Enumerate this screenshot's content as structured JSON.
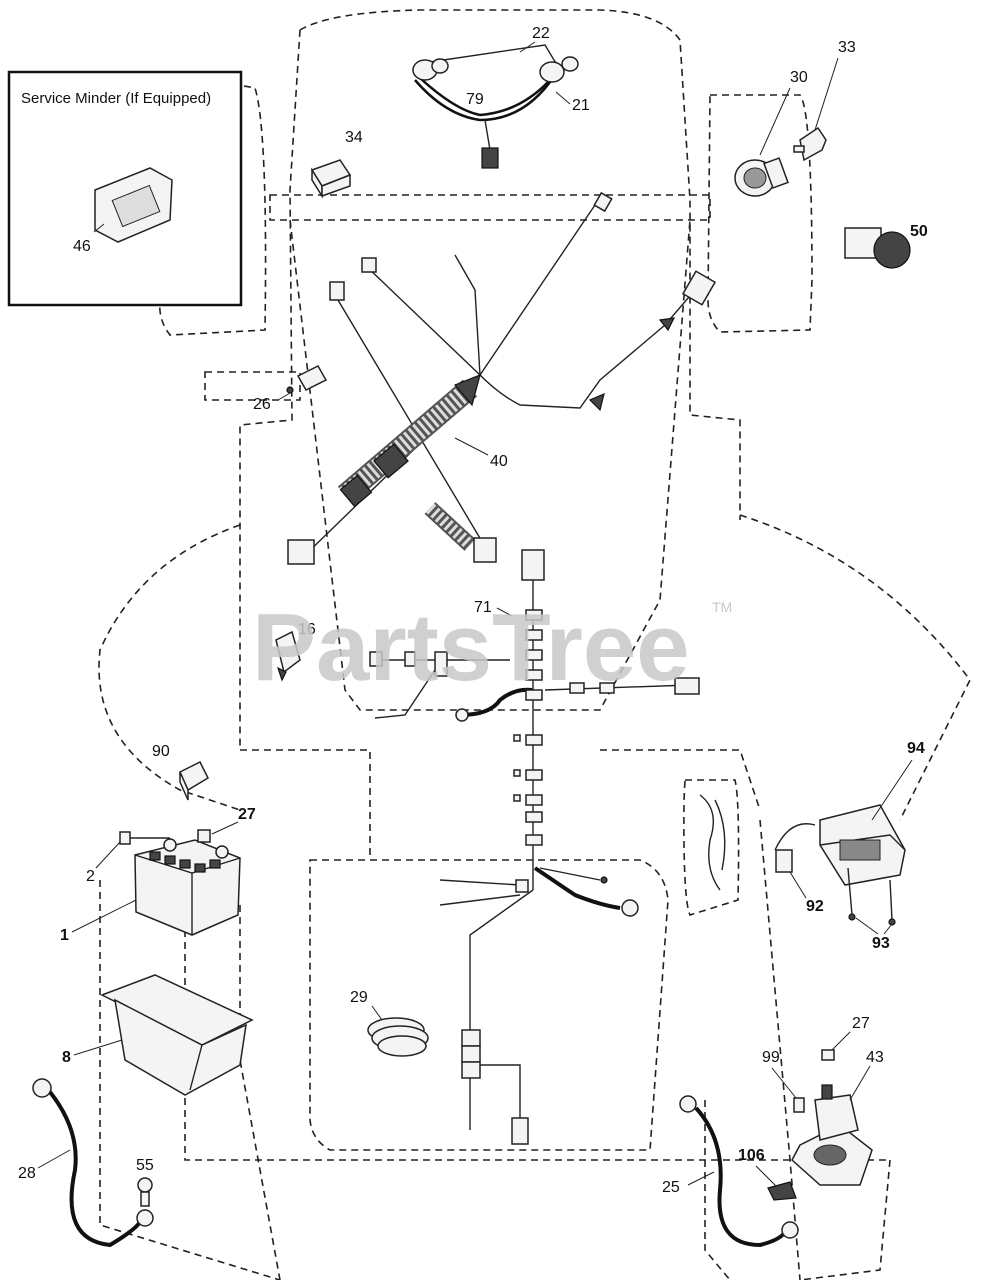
{
  "inset": {
    "title": "Service Minder (If Equipped)"
  },
  "watermark": {
    "text": "PartsTree",
    "tm": "TM"
  },
  "labels": {
    "p1": "1",
    "p2": "2",
    "p8": "8",
    "p16": "16",
    "p21": "21",
    "p22": "22",
    "p25": "25",
    "p26": "26",
    "p27a": "27",
    "p27b": "27",
    "p28": "28",
    "p29": "29",
    "p30": "30",
    "p33": "33",
    "p34": "34",
    "p40": "40",
    "p43": "43",
    "p46": "46",
    "p50": "50",
    "p55": "55",
    "p71": "71",
    "p79": "79",
    "p90": "90",
    "p92": "92",
    "p93": "93",
    "p94": "94",
    "p99": "99",
    "p106": "106"
  }
}
